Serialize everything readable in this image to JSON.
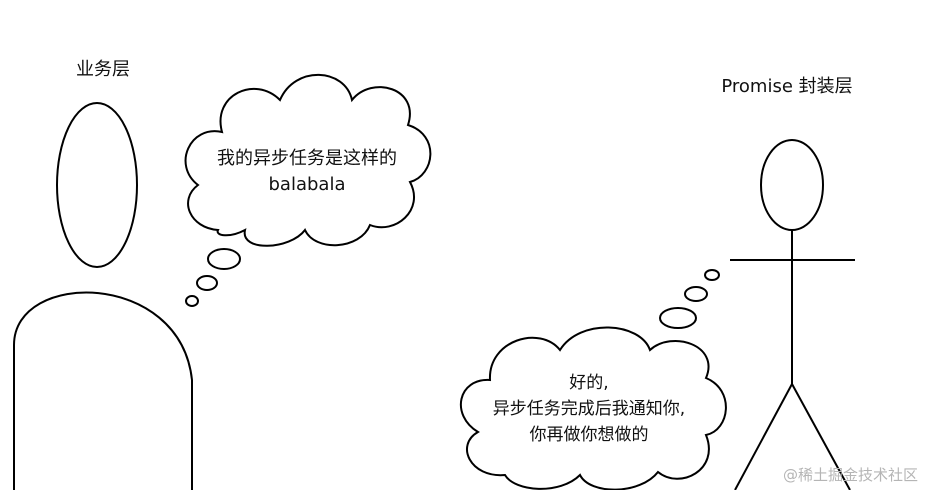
{
  "left_actor": {
    "label": "业务层"
  },
  "right_actor": {
    "label": "Promise 封装层"
  },
  "left_bubble": {
    "lines": [
      "我的异步任务是这样的",
      "balabala"
    ]
  },
  "right_bubble": {
    "lines": [
      "好的,",
      "异步任务完成后我通知你,",
      "你再做你想做的"
    ]
  },
  "watermark": {
    "text": "@稀土掘金技术社区"
  },
  "colors": {
    "stroke": "#000000",
    "background": "#ffffff",
    "watermark": "#b5b5b5"
  }
}
